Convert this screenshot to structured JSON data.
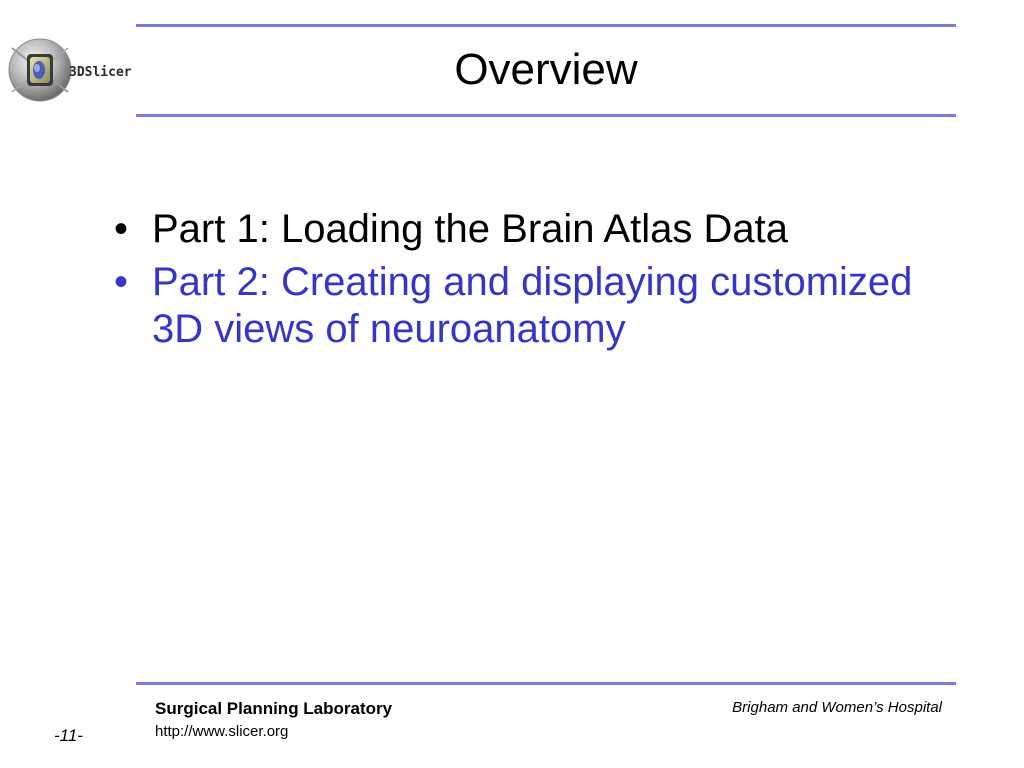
{
  "slide": {
    "title": "Overview",
    "bullets": [
      {
        "marker": "•",
        "text": "Part 1: Loading the Brain Atlas Data"
      },
      {
        "marker": "•",
        "text": "Part 2: Creating and displaying customized 3D views of neuroanatomy"
      }
    ]
  },
  "logo": {
    "text": "3DSlicer"
  },
  "footer": {
    "organization": "Surgical Planning Laboratory",
    "url": "http://www.slicer.org",
    "hospital": "Brigham and Women’s Hospital",
    "page_number": "-11-"
  },
  "colors": {
    "rule": "#7a7ae0",
    "highlight_text": "#3535c8"
  }
}
